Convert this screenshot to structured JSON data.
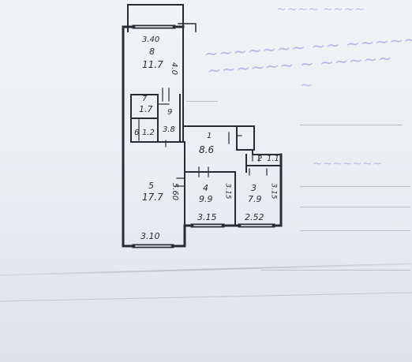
{
  "rooms": [
    {
      "number": "8",
      "area": "11.7",
      "dim_top": "3.40",
      "dim_side": "4.0"
    },
    {
      "number": "7",
      "area": "1.7"
    },
    {
      "number": "9",
      "area": "3.8"
    },
    {
      "number": "6",
      "area": "1.2"
    },
    {
      "number": "1",
      "area": "8.6"
    },
    {
      "number": "2",
      "area": "1.1"
    },
    {
      "number": "5",
      "area": "17.7",
      "dim_side": "5.60",
      "dim_bottom": "3.10"
    },
    {
      "number": "4",
      "area": "9.9",
      "dim_side": "3.15",
      "dim_bottom": "3.15"
    },
    {
      "number": "3",
      "area": "7.9",
      "dim_side": "3.15",
      "dim_bottom": "2.52"
    }
  ],
  "colors": {
    "ink": "#2a2c34",
    "pen": "#8e96d6",
    "paper": "#eceff3"
  }
}
